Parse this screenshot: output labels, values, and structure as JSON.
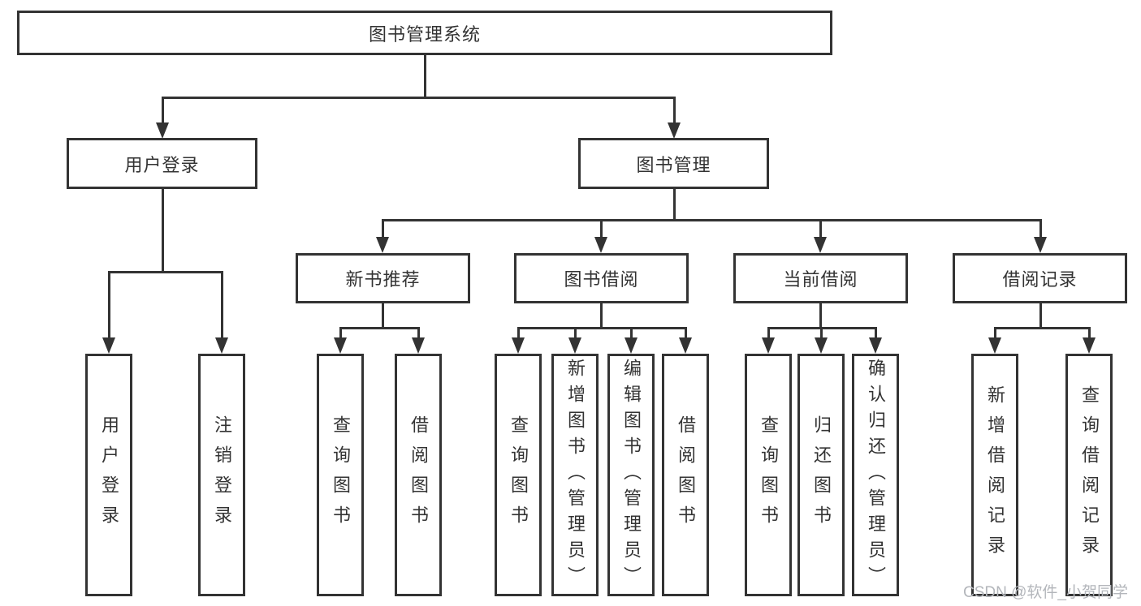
{
  "nodes": {
    "root": "图书管理系统",
    "user_login": {
      "label": "用户登录",
      "leaves": [
        "用户登录",
        "注销登录"
      ]
    },
    "book_mgmt": {
      "label": "图书管理",
      "groups": [
        {
          "label": "新书推荐",
          "leaves": [
            "查询图书",
            "借阅图书"
          ]
        },
        {
          "label": "图书借阅",
          "leaves": [
            "查询图书",
            "新增图书（管理员）",
            "编辑图书（管理员）",
            "借阅图书"
          ]
        },
        {
          "label": "当前借阅",
          "leaves": [
            "查询图书",
            "归还图书",
            "确认归还（管理员）"
          ]
        },
        {
          "label": "借阅记录",
          "leaves": [
            "新增借阅记录",
            "查询借阅记录"
          ]
        }
      ]
    }
  },
  "watermark": "CSDN @软件_小贺同学",
  "colors": {
    "line": "#333333",
    "text": "#333333",
    "watermark": "#b3b6bb",
    "background": "#ffffff"
  }
}
